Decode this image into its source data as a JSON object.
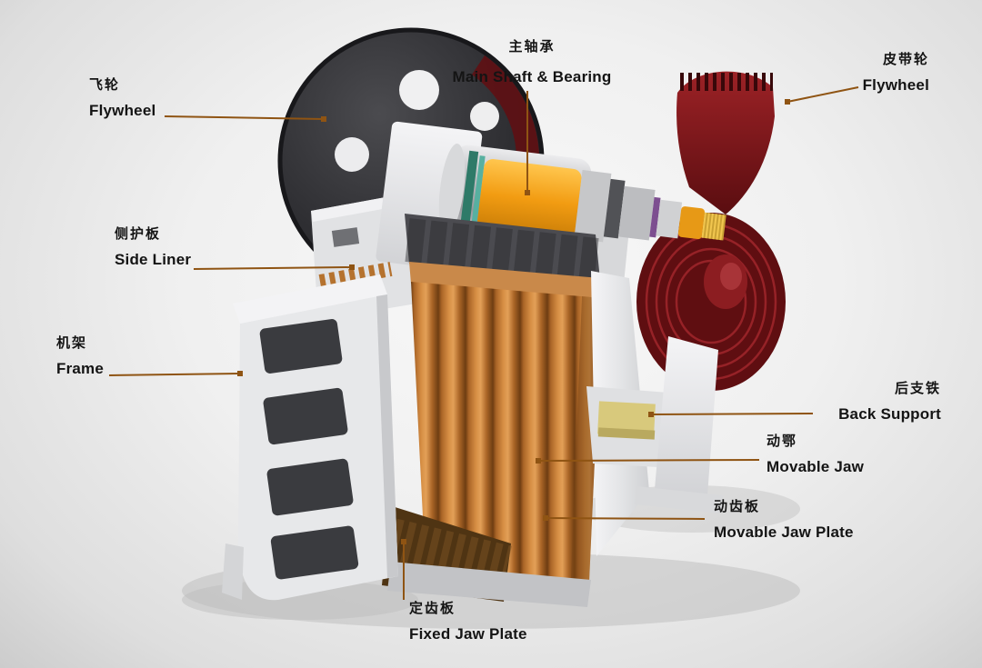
{
  "figure": {
    "description": "Jaw crusher cutaway diagram with bilingual part labels",
    "labels": [
      {
        "id": "flywheel-left",
        "zh": "飞轮",
        "en": "Flywheel"
      },
      {
        "id": "main-shaft-bearing",
        "zh": "主轴承",
        "en": "Main Shaft & Bearing"
      },
      {
        "id": "belt-pulley",
        "zh": "皮带轮",
        "en": "Flywheel"
      },
      {
        "id": "side-liner",
        "zh": "侧护板",
        "en": "Side Liner"
      },
      {
        "id": "frame",
        "zh": "机架",
        "en": "Frame"
      },
      {
        "id": "back-support",
        "zh": "后支铁",
        "en": "Back Support"
      },
      {
        "id": "movable-jaw",
        "zh": "动鄂",
        "en": "Movable Jaw"
      },
      {
        "id": "movable-jaw-plate",
        "zh": "动齿板",
        "en": "Movable Jaw Plate"
      },
      {
        "id": "fixed-jaw-plate",
        "zh": "定齿板",
        "en": "Fixed Jaw Plate"
      }
    ],
    "colors": {
      "leader_line": "#8f5413",
      "label_text": "#141414",
      "flywheel_dark": "#28282b",
      "pulley_red": "#7a1518",
      "jaw_plate_copper": "#b06a28",
      "shaft_orange": "#f0a01e",
      "frame_white": "#e8e9eb",
      "back_support_yellow": "#d8c97c",
      "background": "#ededee"
    }
  }
}
